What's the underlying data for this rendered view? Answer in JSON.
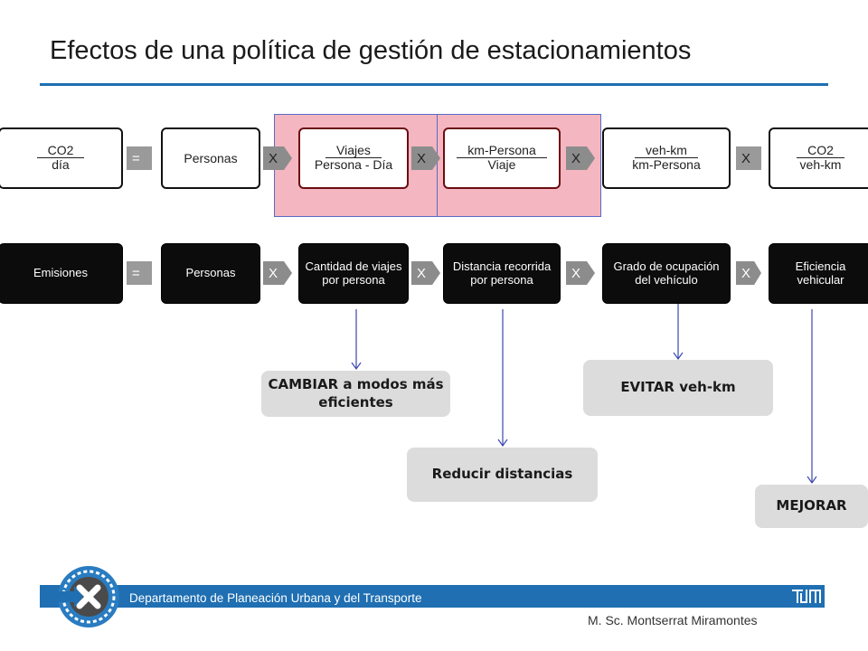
{
  "title": "Efectos de una política de gestión de estacionamientos",
  "row1": {
    "co2_dia": {
      "num": "CO2",
      "den": "día"
    },
    "personas": "Personas",
    "viajes": {
      "num": "Viajes",
      "den": "Persona - Día"
    },
    "km_persona": {
      "num": "km-Persona",
      "den": "Viaje"
    },
    "veh_km": {
      "num": "veh-km",
      "den": "km-Persona"
    },
    "co2_vehkm": {
      "num": "CO2",
      "den": "veh-km"
    }
  },
  "row2": {
    "emisiones": "Emisiones",
    "personas": "Personas",
    "viajes": "Cantidad de viajes por persona",
    "distancia": "Distancia recorrida por persona",
    "ocupacion": "Grado de ocupación del vehículo",
    "eficiencia": "Eficiencia vehicular"
  },
  "operators": {
    "eq": "=",
    "x": "X"
  },
  "actions": {
    "cambiar": "CAMBIAR a modos más eficientes",
    "reducir": "Reducir distancias",
    "evitar": "EVITAR veh-km",
    "mejorar": "MEJORAR"
  },
  "footer": {
    "department": "Departamento de Planeación Urbana y del Transporte",
    "author": "M. Sc. Montserrat Miramontes",
    "tum_logo": "TUM"
  },
  "colors": {
    "accent": "#1f6fb2",
    "highlight": "#f4b6c0",
    "arrow": "#3b47b0",
    "dark_border": "#6b0d12"
  }
}
